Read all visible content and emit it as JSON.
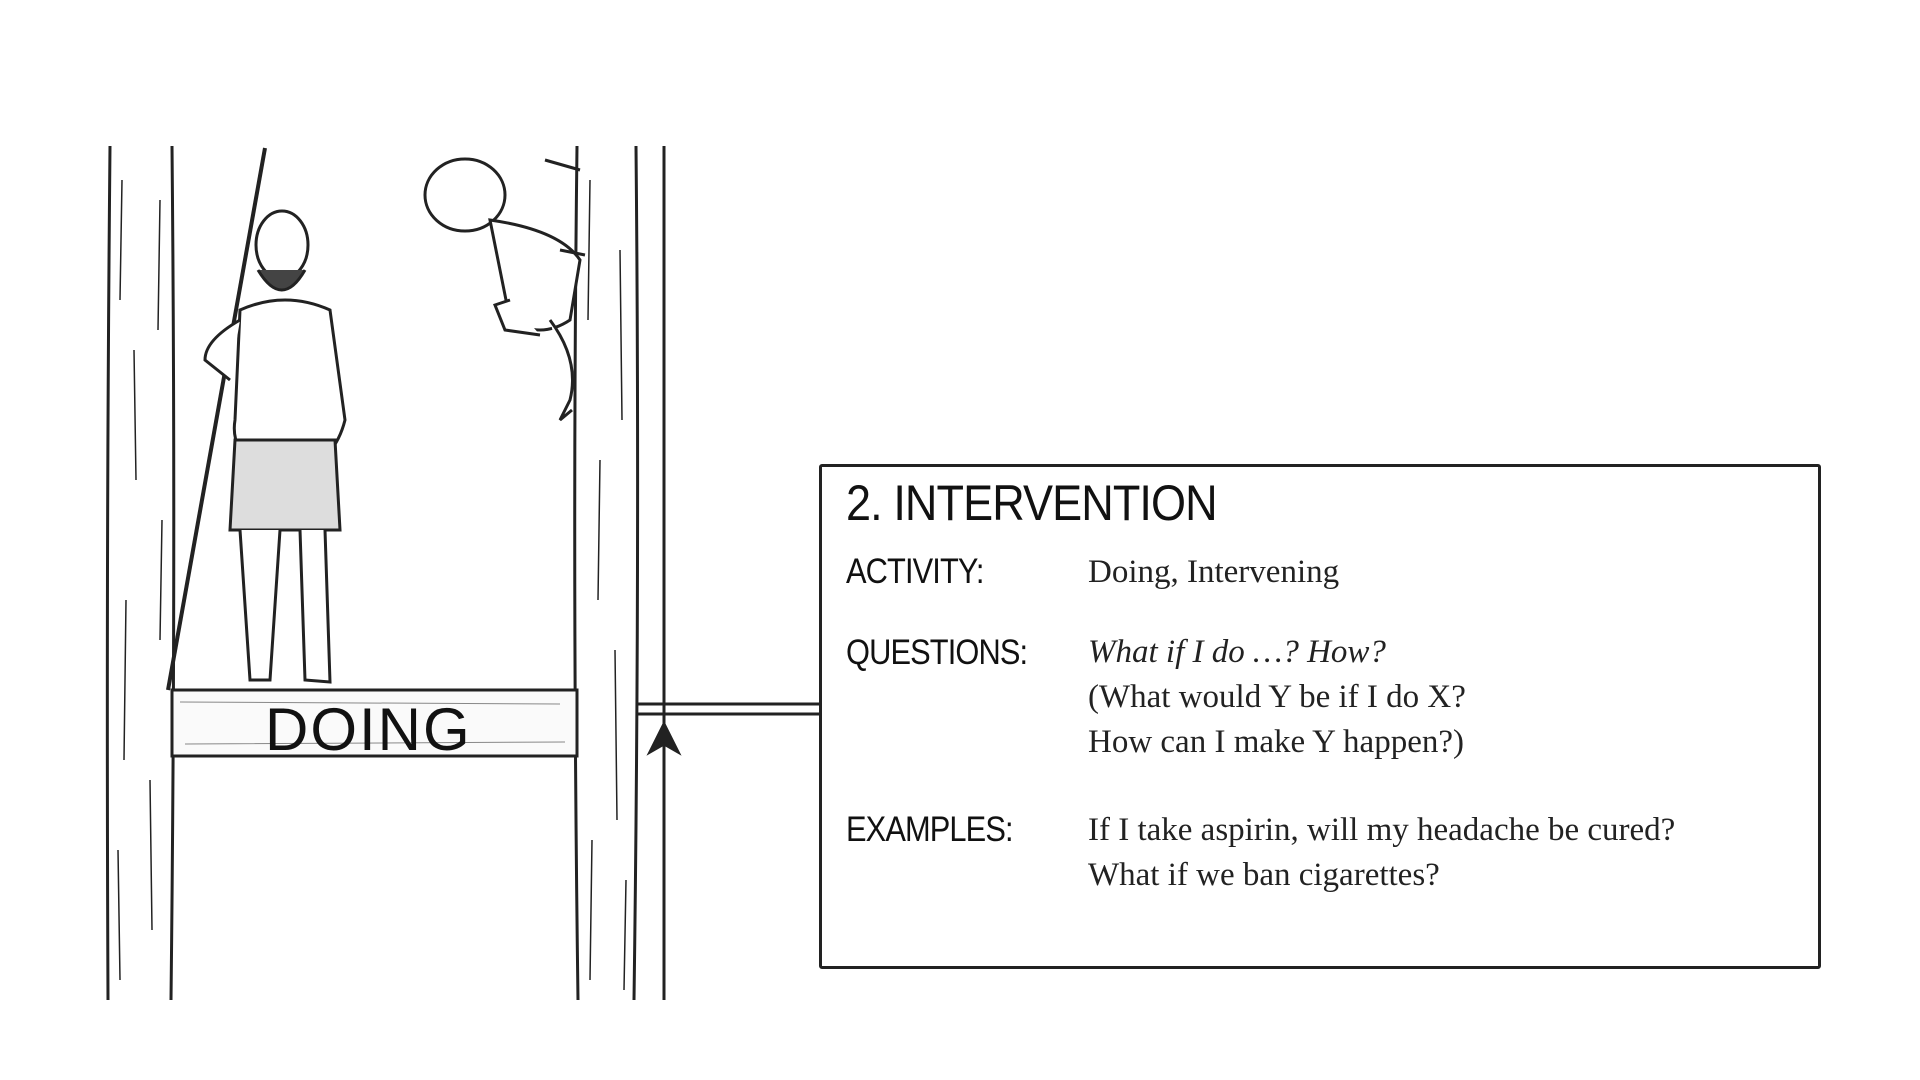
{
  "rung_label": "DOING",
  "card": {
    "title": "2. INTERVENTION",
    "activity_label": "ACTIVITY:",
    "activity_value": "Doing, Intervening",
    "questions_label": "QUESTIONS:",
    "questions": [
      "What if I do …? How?",
      "(What would Y be if I do X?",
      "How can I make Y happen?)"
    ],
    "examples_label": "EXAMPLES:",
    "examples": [
      "If I take aspirin, will my headache be cured?",
      "What if we ban cigarettes?"
    ]
  }
}
